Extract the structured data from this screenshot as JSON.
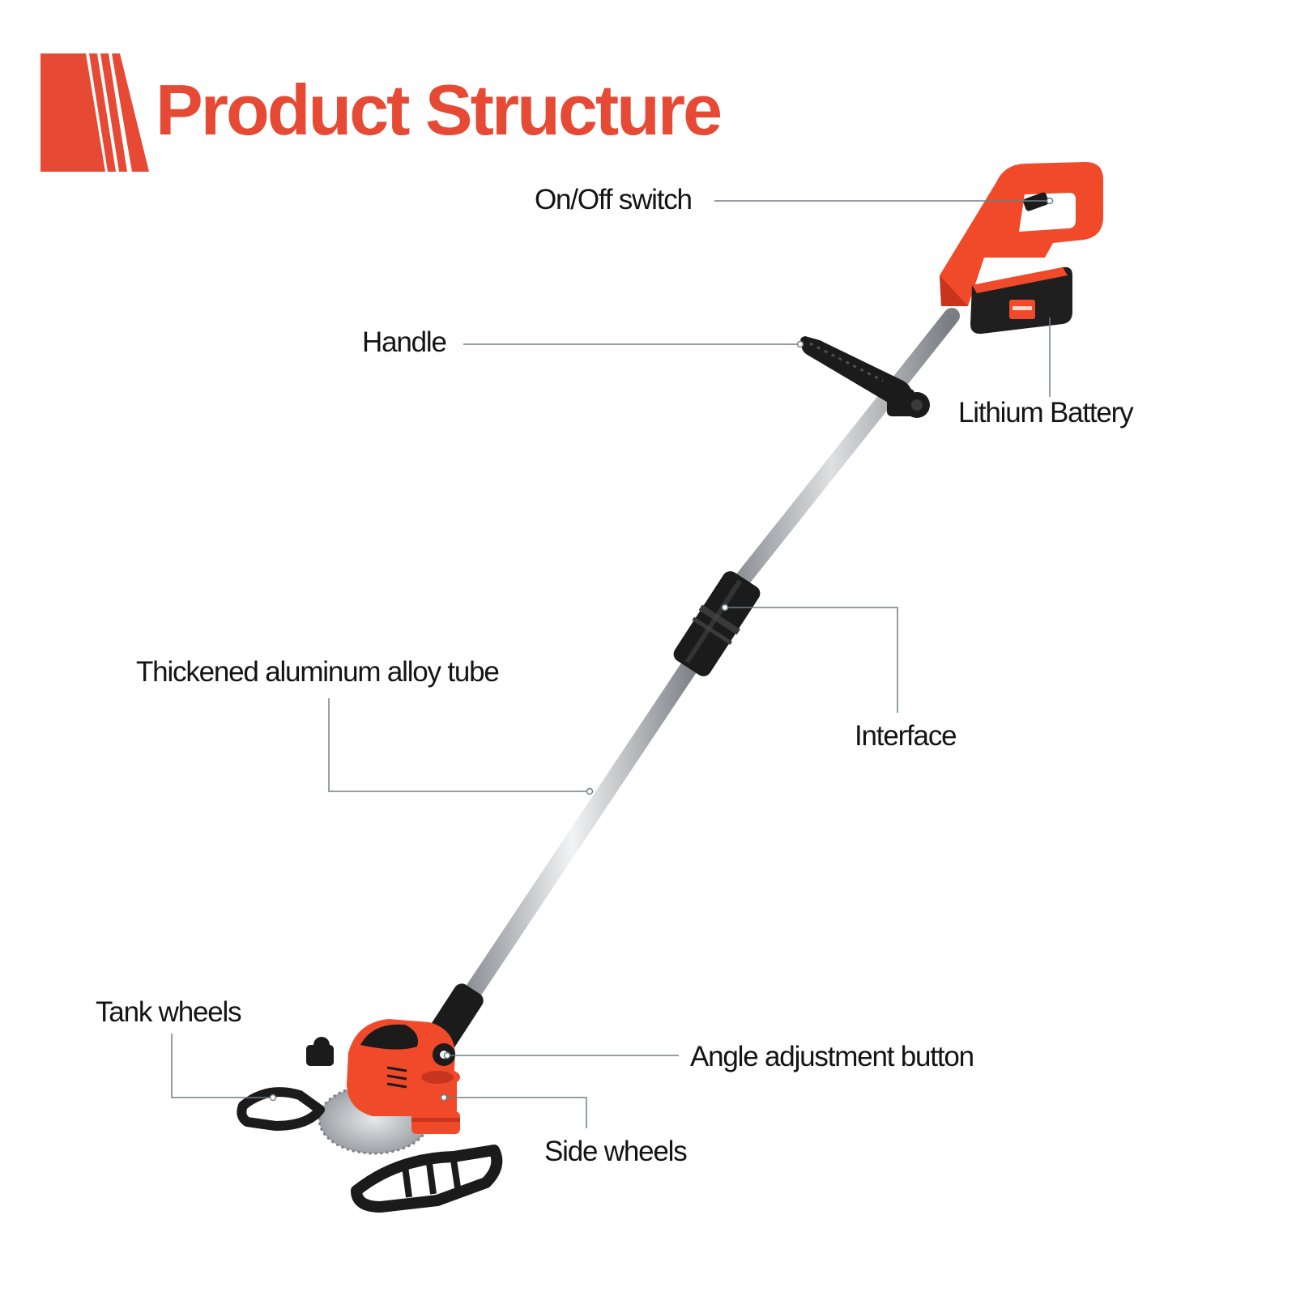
{
  "header": {
    "title": "Product Structure",
    "accent_color": "#e64a35"
  },
  "callouts": {
    "on_off_switch": "On/Off switch",
    "handle": "Handle",
    "lithium_battery": "Lithium Battery",
    "tube": "Thickened aluminum alloy tube",
    "interface": "Interface",
    "tank_wheels": "Tank wheels",
    "angle_button": "Angle adjustment button",
    "side_wheels": "Side wheels"
  },
  "colors": {
    "body": "#f04a2a",
    "body_shade": "#c8341d",
    "black": "#1b1b1b",
    "metal": "#c9ccd0",
    "leader": "#6f8084",
    "text": "#141414"
  }
}
